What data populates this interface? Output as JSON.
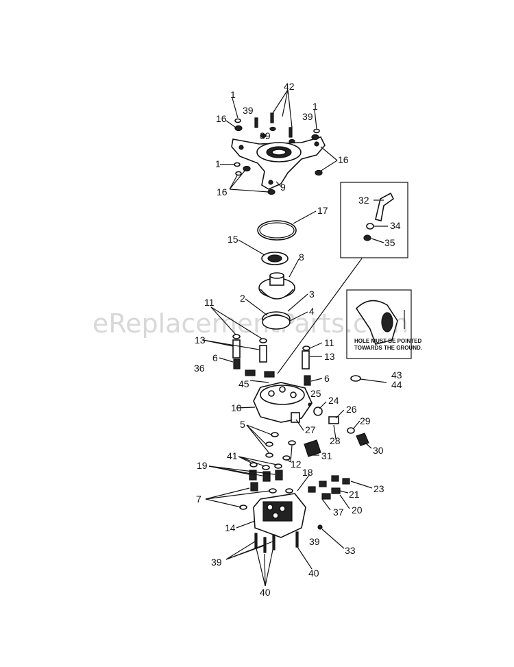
{
  "watermark": "eReplacementParts.com",
  "inset_note": {
    "line1": "HOLE MUST BE POINTED",
    "line2": "TOWARDS THE GROUND."
  },
  "callouts": {
    "c42": "42",
    "c39a": "39",
    "c39b": "39",
    "c39c": "39",
    "c1a": "1",
    "c1b": "1",
    "c1c": "1",
    "c16a": "16",
    "c16b": "16",
    "c16c": "16",
    "c9": "9",
    "c32": "32",
    "c34": "34",
    "c35": "35",
    "c17": "17",
    "c15": "15",
    "c8": "8",
    "c2": "2",
    "c3": "3",
    "c4": "4",
    "c11a": "11",
    "c11b": "11",
    "c13a": "13",
    "c13b": "13",
    "c6a": "6",
    "c6b": "6",
    "c36": "36",
    "c45": "45",
    "c43": "43",
    "c44": "44",
    "c25": "25",
    "c24": "24",
    "c26": "26",
    "c10": "10",
    "c27": "27",
    "c28": "28",
    "c29": "29",
    "c30": "30",
    "c5": "5",
    "c12": "12",
    "c31": "31",
    "c41": "41",
    "c19": "19",
    "c18": "18",
    "c23": "23",
    "c21": "21",
    "c7": "7",
    "c37": "37",
    "c20": "20",
    "c14": "14",
    "c39d": "39",
    "c33": "33",
    "c39e": "39",
    "c40a": "40",
    "c40b": "40"
  }
}
